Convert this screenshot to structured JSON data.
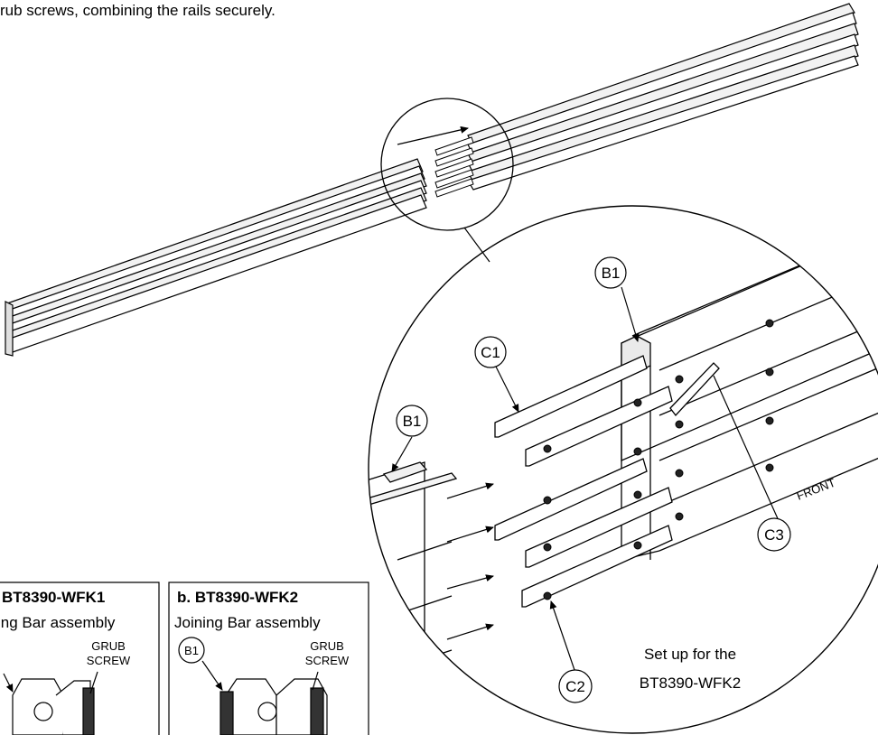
{
  "intro_text": "rub screws, combining the rails securely.",
  "callouts": {
    "b1_top": "B1",
    "c1": "C1",
    "b1_left": "B1",
    "c3": "C3",
    "c2": "C2",
    "b1_box": "B1"
  },
  "front_label": "FRONT",
  "setup_note": {
    "line1": "Set up for the",
    "line2": "BT8390-WFK2"
  },
  "box_a": {
    "title": "BT8390-WFK1",
    "subtitle": "ing Bar assembly",
    "grub_line1": "GRUB",
    "grub_line2": "SCREW"
  },
  "box_b": {
    "title": "b.   BT8390-WFK2",
    "subtitle": "Joining Bar assembly",
    "grub_line1": "GRUB",
    "grub_line2": "SCREW"
  }
}
